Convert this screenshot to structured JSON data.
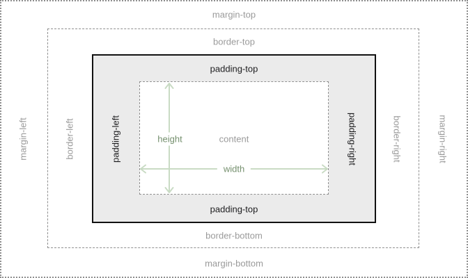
{
  "box_model": {
    "margin": {
      "top": "margin-top",
      "bottom": "margin-bottom",
      "left": "margin-left",
      "right": "margin-right"
    },
    "border": {
      "top": "border-top",
      "bottom": "border-bottom",
      "left": "border-left",
      "right": "border-right"
    },
    "padding": {
      "top": "padding-top",
      "bottom": "padding-top",
      "left": "padding-left",
      "right": "padding-right"
    },
    "content": {
      "label": "content"
    },
    "dimensions": {
      "height": "height",
      "width": "width"
    }
  },
  "colors": {
    "arrow": "#c9dbc4",
    "dimension_text": "#75906e",
    "muted_text": "#9a9a9a",
    "dark_text": "#1d1d1f",
    "padding_fill": "#ebebeb",
    "solid_border": "#111111",
    "dotted_border": "#8f8f8f"
  }
}
